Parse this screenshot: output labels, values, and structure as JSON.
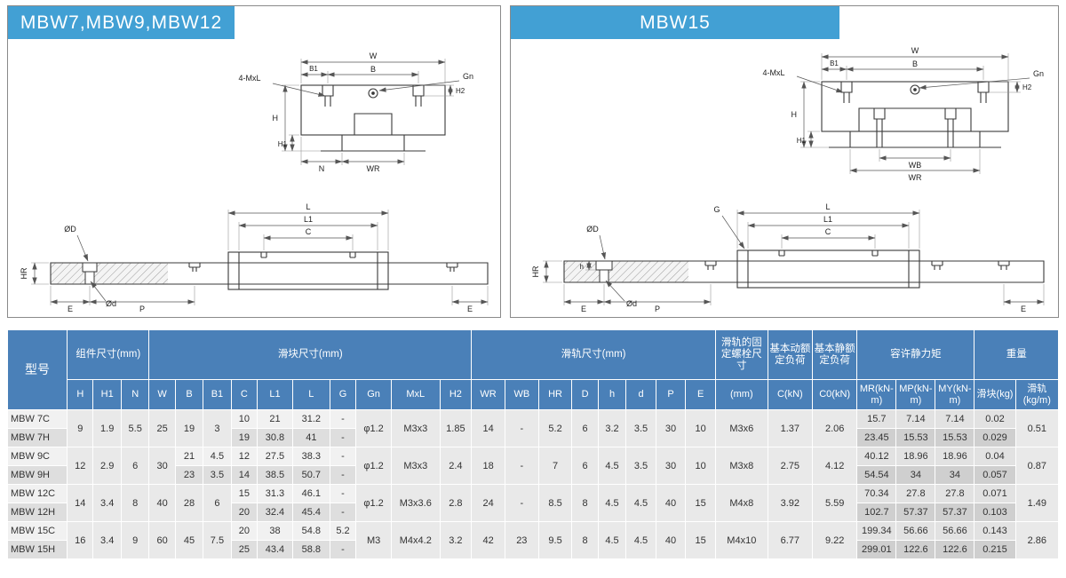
{
  "colors": {
    "panel_header": "#42a0d4",
    "table_header": "#4a80b8"
  },
  "panels": {
    "left": {
      "title": "MBW7,MBW9,MBW12"
    },
    "right": {
      "title": "MBW15"
    }
  },
  "labels_left": {
    "W": "W",
    "B": "B",
    "B1": "B1",
    "Gn": "Gn",
    "MxL": "4-MxL",
    "H": "H",
    "H1": "H1",
    "H2": "H2",
    "N": "N",
    "WR": "WR",
    "L": "L",
    "L1": "L1",
    "C": "C",
    "OD": "ØD",
    "Od": "Ød",
    "HR": "HR",
    "E": "E",
    "P": "P"
  },
  "labels_right": {
    "W": "W",
    "B": "B",
    "B1": "B1",
    "Gn": "Gn",
    "MxL": "4-MxL",
    "H": "H",
    "H1": "H1",
    "H2": "H2",
    "WB": "WB",
    "WR": "WR",
    "G": "G",
    "L": "L",
    "L1": "L1",
    "C": "C",
    "OD": "ØD",
    "Od": "Ød",
    "h": "h",
    "HR": "HR",
    "E": "E",
    "P": "P"
  },
  "table": {
    "model_header": "型号",
    "groups": {
      "component": "组件尺寸(mm)",
      "block": "滑块尺寸(mm)",
      "rail": "滑轨尺寸(mm)",
      "bolt": "滑轨的固定螺栓尺寸",
      "dynamic": "基本动额定负荷",
      "static": "基本静额定负荷",
      "moment": "容许静力矩",
      "weight": "重量"
    },
    "cols": {
      "H": "H",
      "H1": "H1",
      "N": "N",
      "W": "W",
      "B": "B",
      "B1": "B1",
      "C": "C",
      "L1": "L1",
      "L": "L",
      "G": "G",
      "Gn": "Gn",
      "MxL": "MxL",
      "H2": "H2",
      "WR": "WR",
      "WB": "WB",
      "HR": "HR",
      "D": "D",
      "h": "h",
      "d": "d",
      "P": "P",
      "E": "E",
      "bolt": "(mm)",
      "CkN": "C(kN)",
      "C0kN": "C0(kN)",
      "MR": "MR(kN-m)",
      "MP": "MP(kN-m)",
      "MY": "MY(kN-m)",
      "mb": "滑块(kg)",
      "mrail": "滑轨(kg/m)"
    },
    "rows": {
      "m7c": {
        "model": "MBW 7C",
        "H": "9",
        "H1": "1.9",
        "N": "5.5",
        "W": "25",
        "B": "19",
        "B1": "3",
        "C": "10",
        "L1": "21",
        "L": "31.2",
        "G": "-",
        "Gn": "φ1.2",
        "MxL": "M3x3",
        "H2": "1.85",
        "WR": "14",
        "WB": "-",
        "HR": "5.2",
        "D": "6",
        "h": "3.2",
        "d": "3.5",
        "P": "30",
        "E": "10",
        "bolt": "M3x6",
        "CkN": "1.37",
        "C0kN": "2.06",
        "MR": "15.7",
        "MP": "7.14",
        "MY": "7.14",
        "mb": "0.02",
        "mrail": "0.51"
      },
      "m7h": {
        "model": "MBW 7H",
        "C": "19",
        "L1": "30.8",
        "L": "41",
        "G": "-",
        "MR": "23.45",
        "MP": "15.53",
        "MY": "15.53",
        "mb": "0.029"
      },
      "m9c": {
        "model": "MBW 9C",
        "H": "12",
        "H1": "2.9",
        "N": "6",
        "W": "30",
        "B": "21",
        "B1": "4.5",
        "C": "12",
        "L1": "27.5",
        "L": "38.3",
        "G": "-",
        "Gn": "φ1.2",
        "MxL": "M3x3",
        "H2": "2.4",
        "WR": "18",
        "WB": "-",
        "HR": "7",
        "D": "6",
        "h": "4.5",
        "d": "3.5",
        "P": "30",
        "E": "10",
        "bolt": "M3x8",
        "CkN": "2.75",
        "C0kN": "4.12",
        "MR": "40.12",
        "MP": "18.96",
        "MY": "18.96",
        "mb": "0.04",
        "mrail": "0.87"
      },
      "m9h": {
        "model": "MBW 9H",
        "B": "23",
        "B1": "3.5",
        "C": "14",
        "L1": "38.5",
        "L": "50.7",
        "G": "-",
        "MR": "54.54",
        "MP": "34",
        "MY": "34",
        "mb": "0.057"
      },
      "m12c": {
        "model": "MBW 12C",
        "H": "14",
        "H1": "3.4",
        "N": "8",
        "W": "40",
        "B": "28",
        "B1": "6",
        "C": "15",
        "L1": "31.3",
        "L": "46.1",
        "G": "-",
        "Gn": "φ1.2",
        "MxL": "M3x3.6",
        "H2": "2.8",
        "WR": "24",
        "WB": "-",
        "HR": "8.5",
        "D": "8",
        "h": "4.5",
        "d": "4.5",
        "P": "40",
        "E": "15",
        "bolt": "M4x8",
        "CkN": "3.92",
        "C0kN": "5.59",
        "MR": "70.34",
        "MP": "27.8",
        "MY": "27.8",
        "mb": "0.071",
        "mrail": "1.49"
      },
      "m12h": {
        "model": "MBW 12H",
        "C": "20",
        "L1": "32.4",
        "L": "45.4",
        "G": "-",
        "MR": "102.7",
        "MP": "57.37",
        "MY": "57.37",
        "mb": "0.103"
      },
      "m15c": {
        "model": "MBW 15C",
        "H": "16",
        "H1": "3.4",
        "N": "9",
        "W": "60",
        "B": "45",
        "B1": "7.5",
        "C": "20",
        "L1": "38",
        "L": "54.8",
        "G": "5.2",
        "Gn": "M3",
        "MxL": "M4x4.2",
        "H2": "3.2",
        "WR": "42",
        "WB": "23",
        "HR": "9.5",
        "D": "8",
        "h": "4.5",
        "d": "4.5",
        "P": "40",
        "E": "15",
        "bolt": "M4x10",
        "CkN": "6.77",
        "C0kN": "9.22",
        "MR": "199.34",
        "MP": "56.66",
        "MY": "56.66",
        "mb": "0.143",
        "mrail": "2.86"
      },
      "m15h": {
        "model": "MBW 15H",
        "C": "25",
        "L1": "43.4",
        "L": "58.8",
        "G": "-",
        "MR": "299.01",
        "MP": "122.6",
        "MY": "122.6",
        "mb": "0.215"
      }
    }
  }
}
